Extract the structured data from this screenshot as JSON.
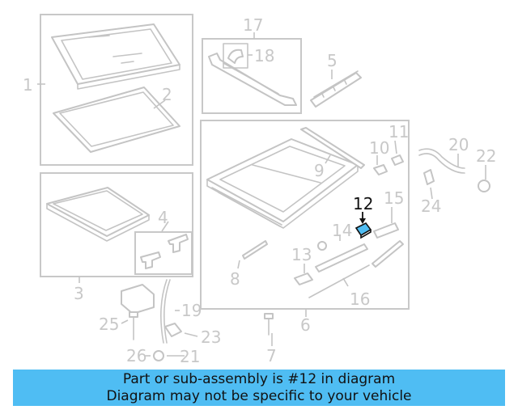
{
  "diagram": {
    "callouts": {
      "c1": "1",
      "c2": "2",
      "c3": "3",
      "c4": "4",
      "c5": "5",
      "c6": "6",
      "c7": "7",
      "c8": "8",
      "c9": "9",
      "c10": "10",
      "c11": "11",
      "c12": "12",
      "c13": "13",
      "c14": "14",
      "c15": "15",
      "c16": "16",
      "c17": "17",
      "c18": "18",
      "c19": "19",
      "c20": "20",
      "c21": "21",
      "c22": "22",
      "c23": "23",
      "c24": "24",
      "c25": "25",
      "c26": "26"
    },
    "highlighted_part": "12",
    "highlight_color": "#4fbdf3"
  },
  "banner": {
    "line1": "Part or sub-assembly is #12 in diagram",
    "line2": "Diagram may not be specific to your vehicle",
    "background": "#4fbdf3"
  }
}
